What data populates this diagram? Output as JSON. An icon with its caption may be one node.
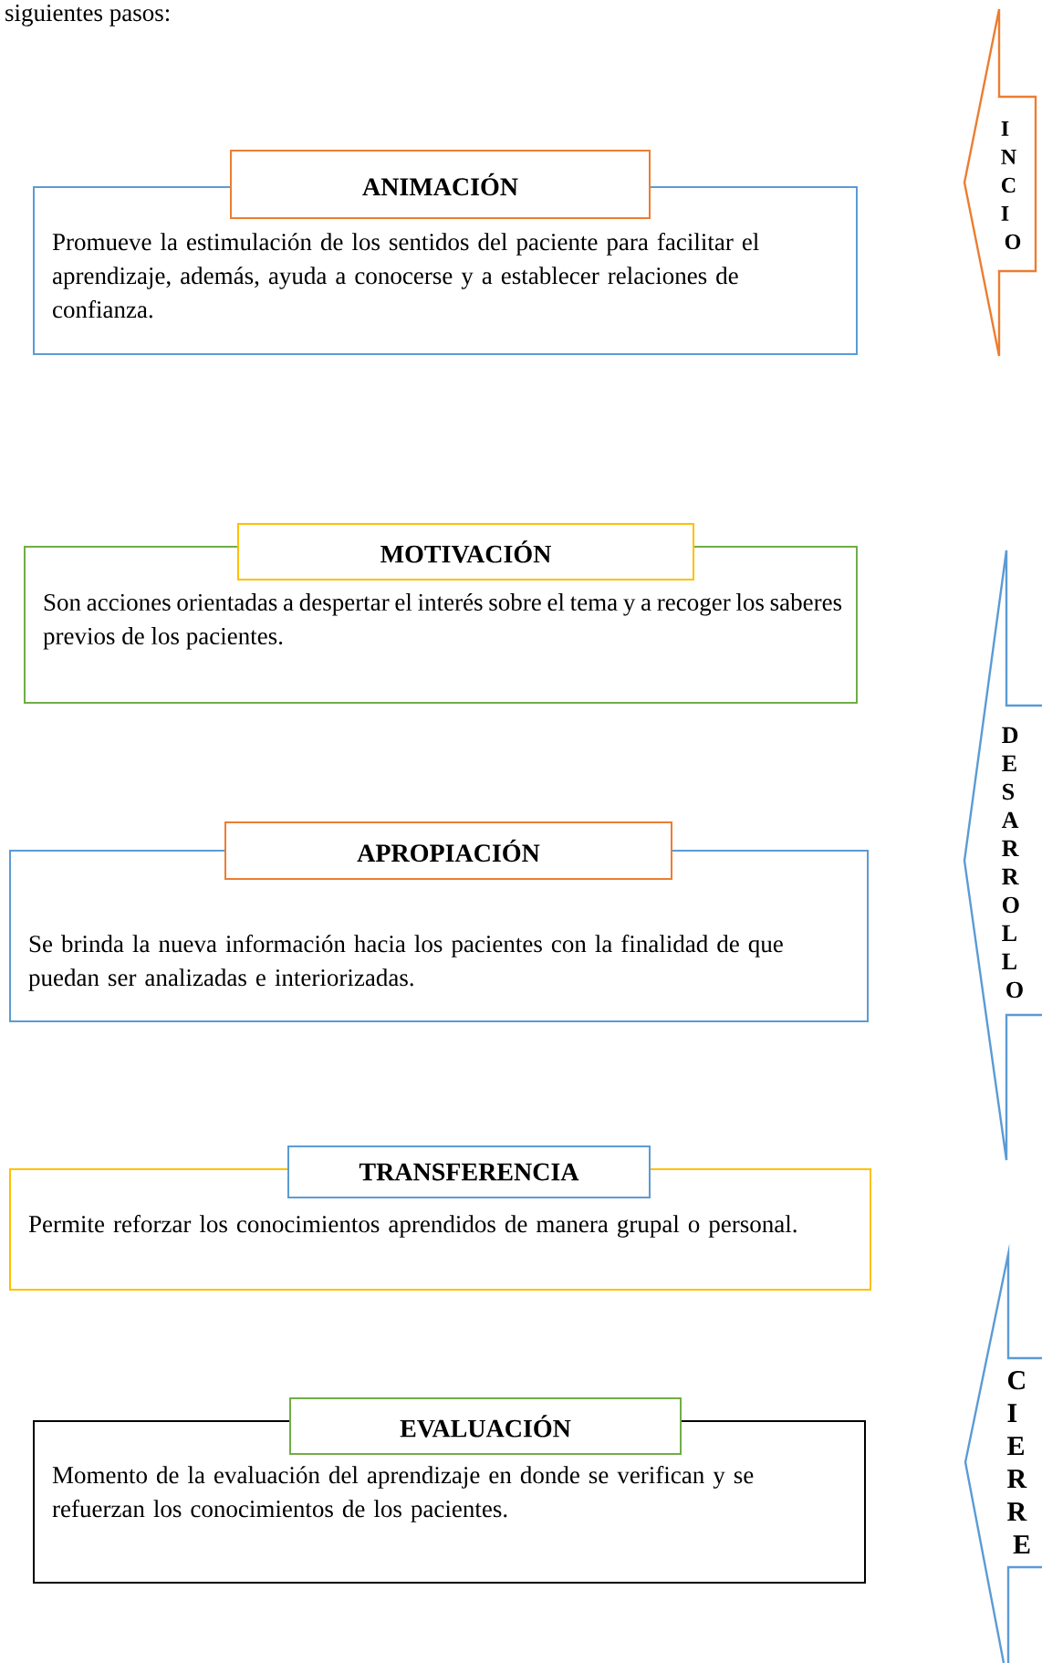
{
  "diagram": {
    "nodes": [
      {
        "text": [
          "ANIMACIÓN",
          "Promueve la estimulación de los sentidos del paciente para facilitar el aprendizaje, además, ayuda a conocerse y a establecer relaciones de confianza."
        ]
      },
      {
        "text": [
          "MOTIVACIÓN",
          "Son acciones orientadas a despertar el interés sobre el tema y a recoger los saberes previos de los pacientes."
        ]
      },
      {
        "text": [
          "APROPIACIÓN",
          "Se brinda la nueva información hacia los pacientes con la finalidad de que puedan ser analizadas e interiorizadas."
        ]
      },
      {
        "text": [
          "TRANSFERENCIA",
          "Permite reforzar los conocimientos aprendidos de manera grupal o personal."
        ]
      },
      {
        "text": [
          "EVALUACIÓN",
          "Momento de la evaluación del aprendizaje en donde se verifican y se refuerzan los conocimientos de los pacientes."
        ]
      },
      {
        "text": [
          "INCIO"
        ]
      },
      {
        "text": [
          "DESARROLLO"
        ]
      },
      {
        "text": [
          "CIERRE"
        ]
      }
    ],
    "edges": [],
    "labels": [
      "siguientes pasos:"
    ]
  }
}
